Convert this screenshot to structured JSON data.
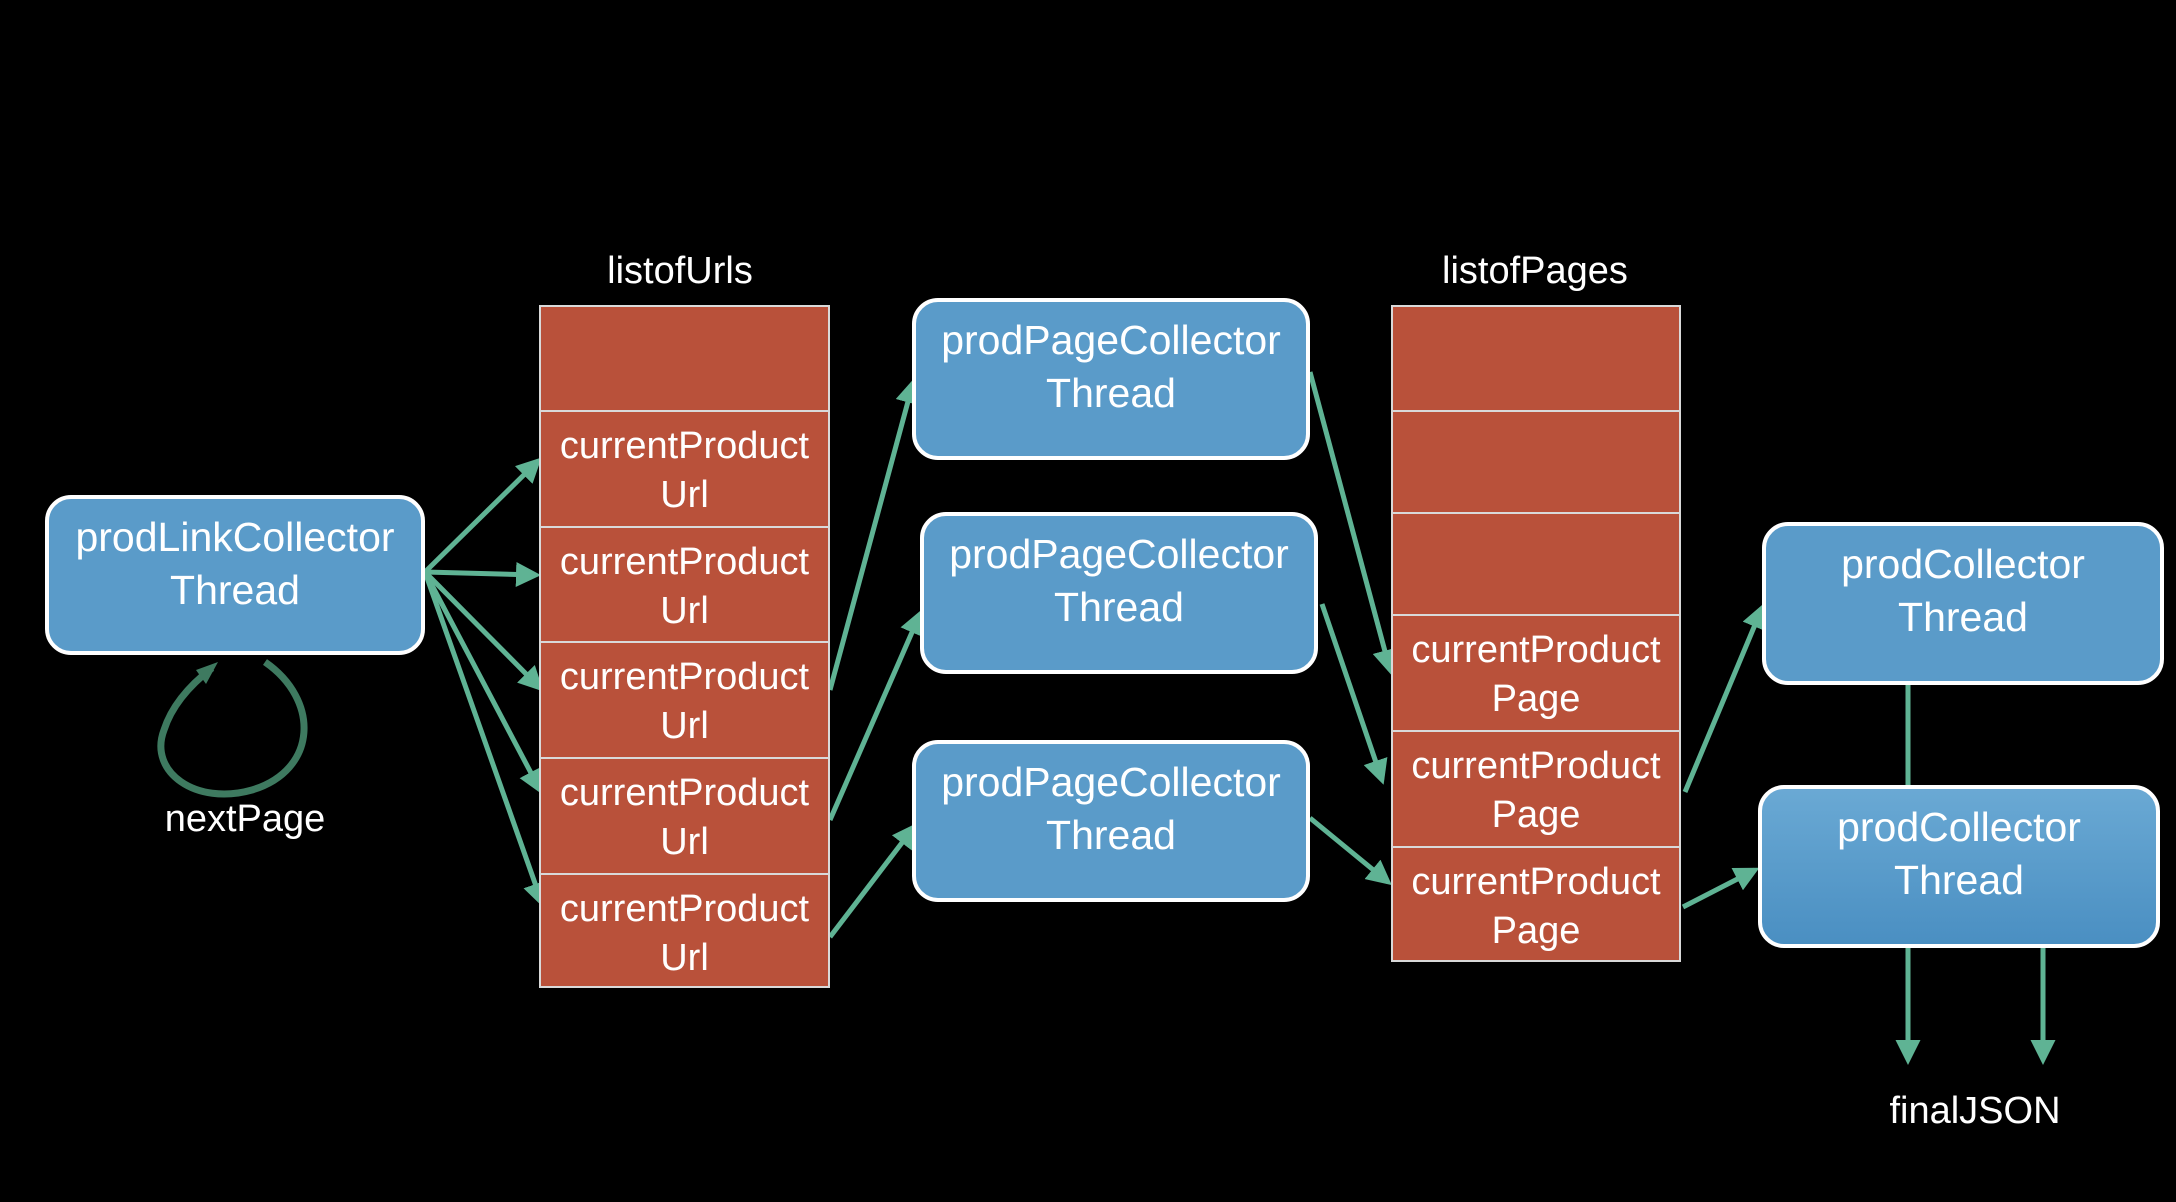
{
  "colors": {
    "background": "#000000",
    "thread_box": "#5a9bc9",
    "queue_cell": "#b9513a",
    "arrow": "#5fb394",
    "loop": "#3e7a60"
  },
  "threads": {
    "link_collector": {
      "line1": "prodLinkCollector",
      "line2": "Thread"
    },
    "page_collector_1": {
      "line1": "prodPageCollector",
      "line2": "Thread"
    },
    "page_collector_2": {
      "line1": "prodPageCollector",
      "line2": "Thread"
    },
    "page_collector_3": {
      "line1": "prodPageCollector",
      "line2": "Thread"
    },
    "collector_1": {
      "line1": "prodCollector",
      "line2": "Thread"
    },
    "collector_2": {
      "line1": "prodCollector",
      "line2": "Thread"
    }
  },
  "queues": {
    "urls": {
      "title": "listofUrls",
      "cells": [
        {
          "line1": "",
          "line2": ""
        },
        {
          "line1": "currentProduct",
          "line2": "Url"
        },
        {
          "line1": "currentProduct",
          "line2": "Url"
        },
        {
          "line1": "currentProduct",
          "line2": "Url"
        },
        {
          "line1": "currentProduct",
          "line2": "Url"
        },
        {
          "line1": "currentProduct",
          "line2": "Url"
        }
      ]
    },
    "pages": {
      "title": "listofPages",
      "cells": [
        {
          "line1": "",
          "line2": ""
        },
        {
          "line1": "",
          "line2": ""
        },
        {
          "line1": "",
          "line2": ""
        },
        {
          "line1": "currentProduct",
          "line2": "Page"
        },
        {
          "line1": "currentProduct",
          "line2": "Page"
        },
        {
          "line1": "currentProduct",
          "line2": "Page"
        }
      ]
    }
  },
  "labels": {
    "loop": "nextPage",
    "output": "finalJSON"
  },
  "edges": [
    {
      "from": "prodLinkCollector Thread",
      "to": "listofUrls[1]"
    },
    {
      "from": "prodLinkCollector Thread",
      "to": "listofUrls[2]"
    },
    {
      "from": "prodLinkCollector Thread",
      "to": "listofUrls[3]"
    },
    {
      "from": "prodLinkCollector Thread",
      "to": "listofUrls[4]"
    },
    {
      "from": "prodLinkCollector Thread",
      "to": "listofUrls[5]"
    },
    {
      "from": "listofUrls[3]",
      "to": "prodPageCollector Thread 1"
    },
    {
      "from": "listofUrls[4]",
      "to": "prodPageCollector Thread 2"
    },
    {
      "from": "listofUrls[5]",
      "to": "prodPageCollector Thread 3"
    },
    {
      "from": "prodPageCollector Thread 1",
      "to": "listofPages[3]"
    },
    {
      "from": "prodPageCollector Thread 2",
      "to": "listofPages[4]"
    },
    {
      "from": "prodPageCollector Thread 3",
      "to": "listofPages[5]"
    },
    {
      "from": "listofPages[4]",
      "to": "prodCollector Thread 1"
    },
    {
      "from": "listofPages[5]",
      "to": "prodCollector Thread 2"
    },
    {
      "from": "prodCollector Thread 2",
      "to": "finalJSON"
    },
    {
      "from": "prodCollector Thread 2",
      "to": "finalJSON"
    }
  ]
}
